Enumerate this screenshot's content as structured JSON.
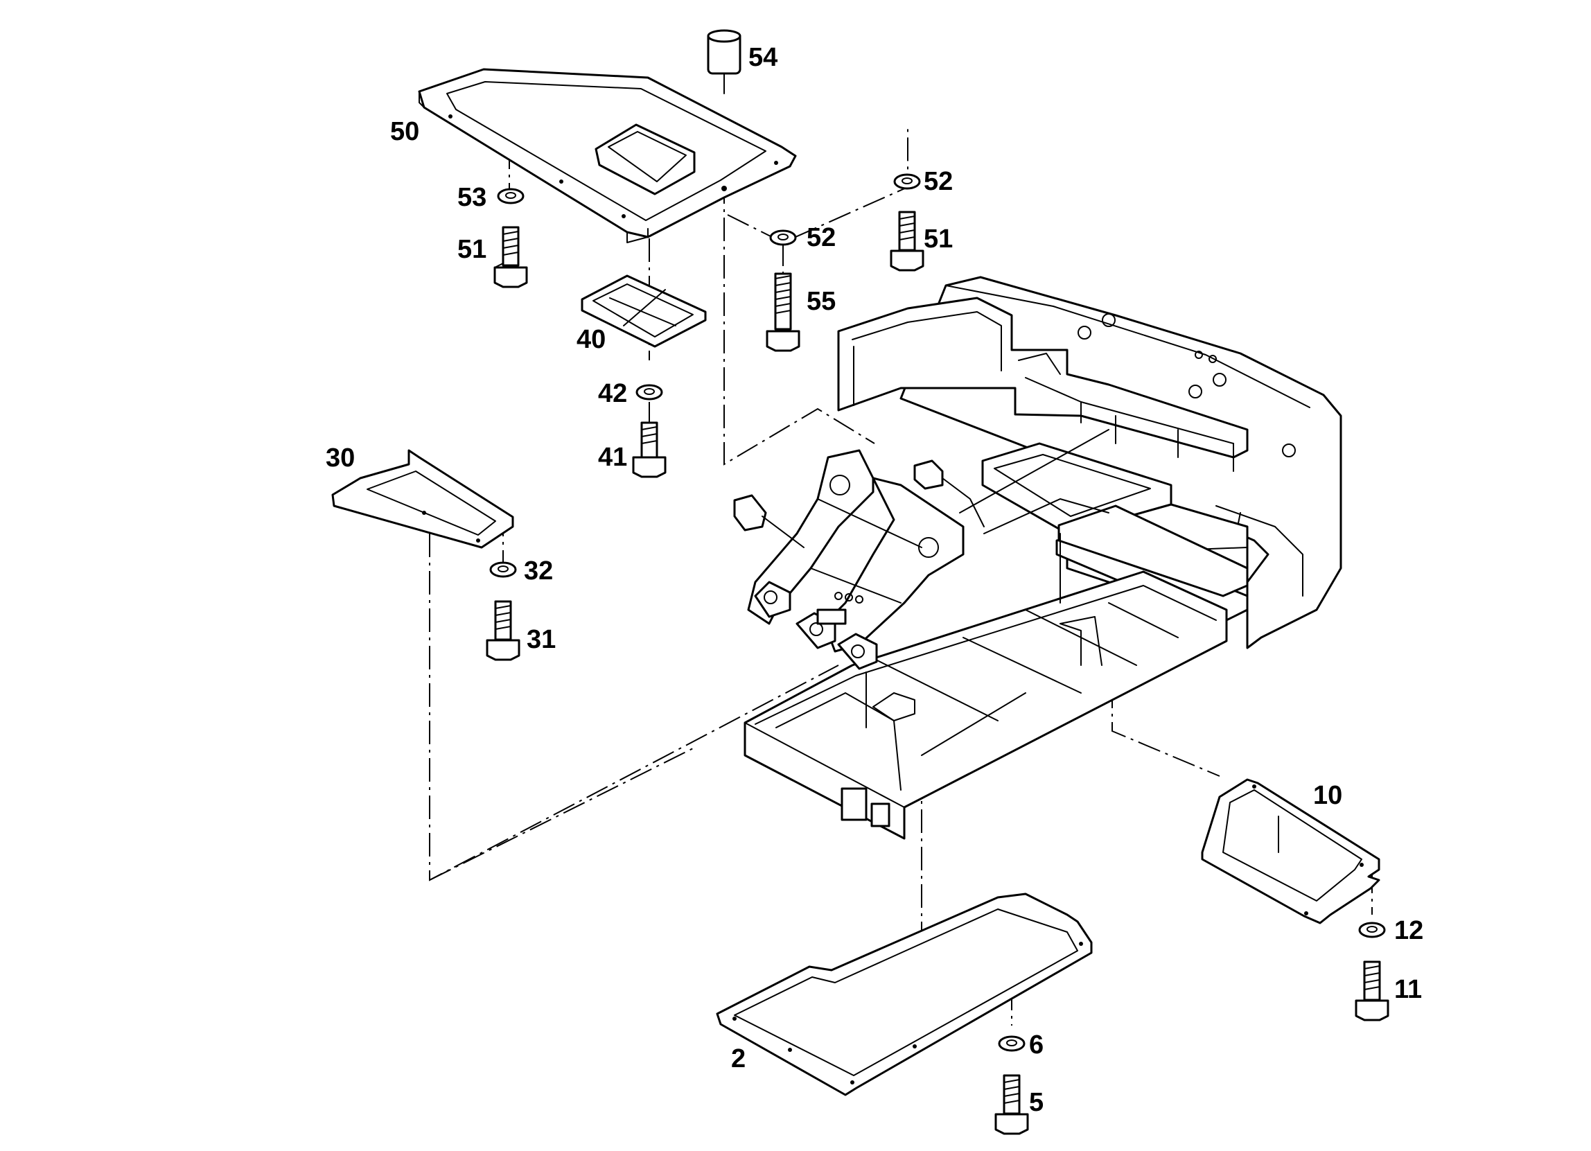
{
  "diagram": {
    "callouts": [
      {
        "id": "54",
        "text": "54"
      },
      {
        "id": "50",
        "text": "50"
      },
      {
        "id": "52a",
        "text": "52"
      },
      {
        "id": "53",
        "text": "53"
      },
      {
        "id": "51a",
        "text": "51"
      },
      {
        "id": "52b",
        "text": "52"
      },
      {
        "id": "51b",
        "text": "51"
      },
      {
        "id": "55",
        "text": "55"
      },
      {
        "id": "40",
        "text": "40"
      },
      {
        "id": "42",
        "text": "42"
      },
      {
        "id": "41",
        "text": "41"
      },
      {
        "id": "30",
        "text": "30"
      },
      {
        "id": "32",
        "text": "32"
      },
      {
        "id": "31",
        "text": "31"
      },
      {
        "id": "10",
        "text": "10"
      },
      {
        "id": "12",
        "text": "12"
      },
      {
        "id": "11",
        "text": "11"
      },
      {
        "id": "2",
        "text": "2"
      },
      {
        "id": "6",
        "text": "6"
      },
      {
        "id": "5",
        "text": "5"
      }
    ]
  }
}
